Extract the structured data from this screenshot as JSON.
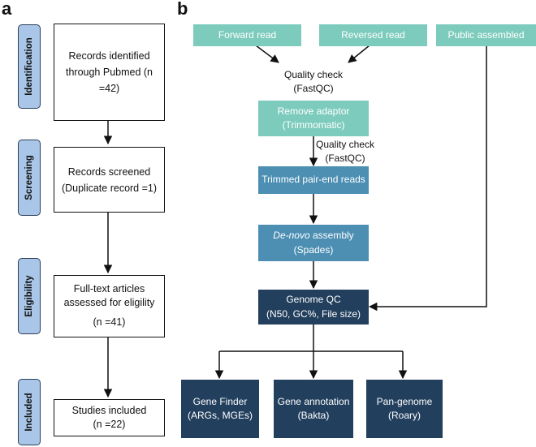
{
  "panels": {
    "a": "a",
    "b": "b"
  },
  "prisma": {
    "stages": [
      "Identification",
      "Screening",
      "Eligibility",
      "Included"
    ],
    "boxes": [
      {
        "lines": [
          "Records identified",
          "through Pubmed (n =42)"
        ]
      },
      {
        "lines": [
          "Records screened",
          "(Duplicate record =1)"
        ]
      },
      {
        "lines": [
          "Full-text articles",
          "assessed for eligility",
          "(n =41)"
        ]
      },
      {
        "lines": [
          "Studies included",
          "(n =22)"
        ]
      }
    ]
  },
  "pipeline": {
    "forward_read": "Forward read",
    "reversed_read": "Reversed read",
    "public_assembled": "Public assembled",
    "qc1": [
      "Quality check",
      "(FastQC)"
    ],
    "remove_adaptor": [
      "Remove adaptor",
      "(Trimmomatic)"
    ],
    "qc2": [
      "Quality check",
      "(FastQC)"
    ],
    "trimmed": "Trimmed pair-end reads",
    "denovo": {
      "italic": "De-novo",
      "rest": " assembly",
      "tool": "(Spades)"
    },
    "genome_qc": [
      "Genome QC",
      "(N50, GC%, File size)"
    ],
    "gene_finder": [
      "Gene Finder",
      "(ARGs, MGEs)"
    ],
    "gene_annotation": [
      "Gene annotation",
      "(Bakta)"
    ],
    "pan_genome": [
      "Pan-genome",
      "(Roary)"
    ]
  },
  "colors": {
    "teal": "#7dcbbd",
    "mid": "#4c8fb3",
    "navy": "#223f5d",
    "stage": "#a9c6e8"
  }
}
